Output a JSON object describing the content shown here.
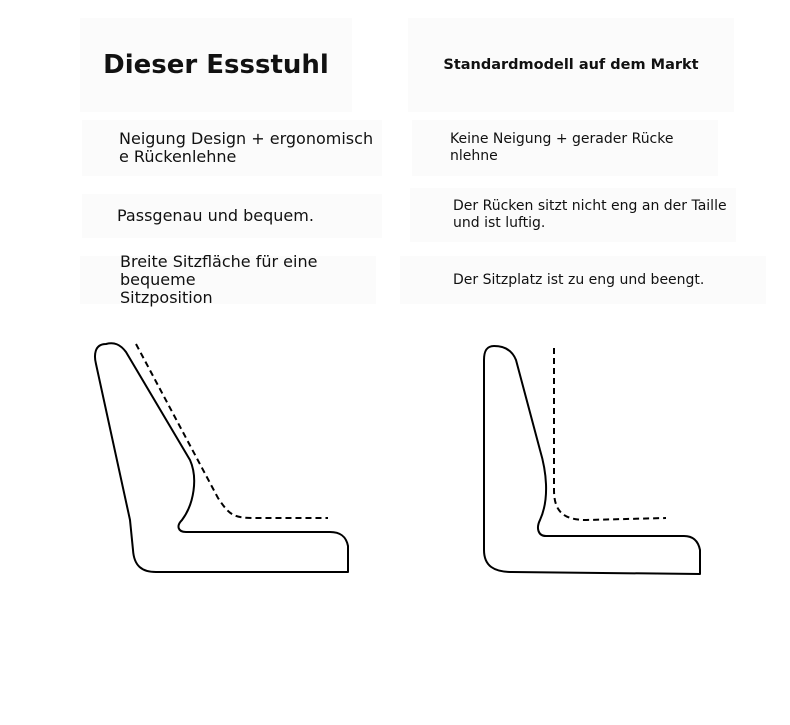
{
  "header": {
    "left_title": "Dieser Essstuhl",
    "right_title": "Standardmodell auf dem Markt"
  },
  "rows": [
    {
      "left": "Neigung Design + ergonomisch\ne Rückenlehne",
      "right": "Keine Neigung + gerader Rücke\nnlehne"
    },
    {
      "left": "Passgenau und bequem.",
      "right": "Der Rücken sitzt nicht eng an der Taille\nund ist luftig."
    },
    {
      "left": "Breite Sitzfläche für eine bequeme\nSitzposition",
      "right": "Der Sitzplatz ist zu eng und beengt."
    }
  ],
  "diagrams": {
    "left": {
      "chair": "tilted-backrest-chair",
      "line": "dashed-body-contour"
    },
    "right": {
      "chair": "straight-backrest-chair",
      "line": "dashed-body-contour"
    }
  }
}
